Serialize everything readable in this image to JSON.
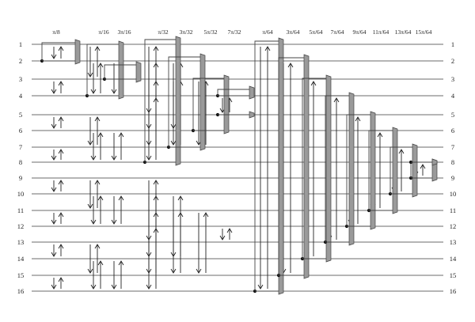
{
  "diagram": {
    "wire_labels": [
      "1",
      "2",
      "3",
      "4",
      "5",
      "6",
      "7",
      "8",
      "9",
      "10",
      "11",
      "12",
      "13",
      "14",
      "15",
      "16"
    ],
    "stage_headers": [
      {
        "text": "π/8"
      },
      {
        "text": "π/16"
      },
      {
        "text": "3π/16"
      },
      {
        "text": "π/32"
      },
      {
        "text": "3π/32"
      },
      {
        "text": "5π/32"
      },
      {
        "text": "7π/32"
      },
      {
        "text": "π/64"
      },
      {
        "text": "3π/64"
      },
      {
        "text": "5π/64"
      },
      {
        "text": "7π/64"
      },
      {
        "text": "9π/64"
      },
      {
        "text": "11π/64"
      },
      {
        "text": "13π/64"
      },
      {
        "text": "15π/64"
      }
    ],
    "colors": {
      "wire": "#6b6b6b",
      "ink": "#222222",
      "rotator_fill": "#9a9a9a"
    },
    "icons": {
      "rotator": "rotator-gate-icon",
      "dot": "control-dot-icon",
      "arrow": "butterfly-arrow-icon"
    }
  }
}
